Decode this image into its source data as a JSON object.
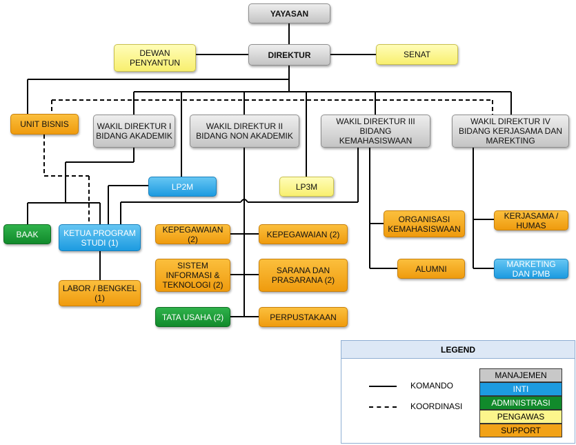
{
  "colors": {
    "manajemen": "#c8c8c8",
    "inti": "#1d9be0",
    "administrasi": "#118a2b",
    "pengawas": "#fcf58c",
    "support": "#f2a217"
  },
  "nodes": {
    "yayasan": "YAYASAN",
    "direktur": "DIREKTUR",
    "dewan_penyantun": "DEWAN\nPENYANTUN",
    "senat": "SENAT",
    "unit_bisnis": "UNIT BISNIS",
    "wadir_1": "WAKIL DIREKTUR I\nBIDANG AKADEMIK",
    "wadir_2": "WAKIL DIREKTUR II\nBIDANG NON AKADEMIK",
    "wadir_3": "WAKIL DIREKTUR III\nBIDANG KEMAHASISWAAN",
    "wadir_4": "WAKIL DIREKTUR IV\nBIDANG KERJASAMA DAN\nMAREKTING",
    "lp2m": "LP2M",
    "lp3m": "LP3M",
    "baak": "BAAK",
    "kaprodi": "KETUA PROGRAM\nSTUDI (1)",
    "labor": "LABOR / BENGKEL\n(1)",
    "kepegawaian_left": "KEPEGAWAIAN (2)",
    "kepegawaian_right": "KEPEGAWAIAN (2)",
    "sistem_informasi": "SISTEM\nINFORMASI &\nTEKNOLOGI (2)",
    "sarana": "SARANA DAN\nPRASARANA (2)",
    "tata_usaha": "TATA USAHA (2)",
    "perpustakaan": "PERPUSTAKAAN",
    "organisasi": "ORGANISASI\nKEMAHASISWAAN",
    "alumni": "ALUMNI",
    "kerjasama": "KERJASAMA /\nHUMAS",
    "marketing": "MARKETING\nDAN PMB"
  },
  "legend": {
    "title": "LEGEND",
    "komando": "KOMANDO",
    "koordinasi": "KOORDINASI",
    "manajemen": "MANAJEMEN",
    "inti": "INTI",
    "administrasi": "ADMINISTRASI",
    "pengawas": "PENGAWAS",
    "support": "SUPPORT"
  }
}
